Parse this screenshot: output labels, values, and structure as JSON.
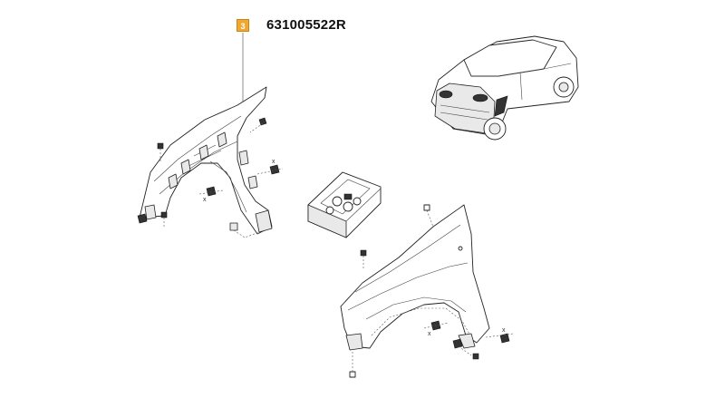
{
  "callout": {
    "number": "3",
    "color": "#f2a72e"
  },
  "part_number": "631005522R",
  "icons": [
    "car-icon",
    "fender-liner-icon",
    "fender-icon",
    "clip-box-icon",
    "screw-icon",
    "clip-icon"
  ],
  "markers": {
    "x": "x"
  }
}
